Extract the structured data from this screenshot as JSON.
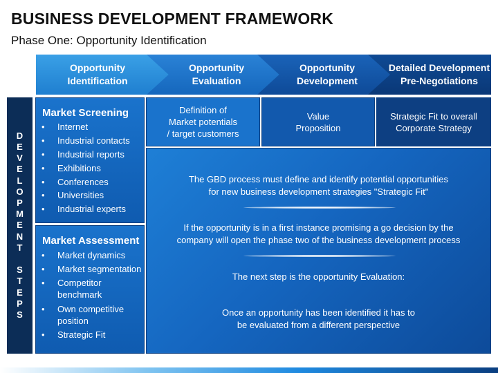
{
  "header": {
    "title": "BUSINESS DEVELOPMENT FRAMEWORK",
    "subtitle": "Phase One: Opportunity Identification"
  },
  "phases": [
    {
      "label": "Opportunity\nIdentification"
    },
    {
      "label": "Opportunity\nEvaluation"
    },
    {
      "label": "Opportunity\nDevelopment"
    },
    {
      "label": "Detailed Development\nPre-Negotiations"
    }
  ],
  "steps_label": "D\nE\nV\nE\nL\nO\nP\nM\nE\nN\nT\n\nS\nT\nE\nP\nS",
  "market_screening": {
    "title": "Market Screening",
    "items": [
      "Internet",
      "Industrial contacts",
      "Industrial reports",
      "Exhibitions",
      "Conferences",
      "Universities",
      "Industrial experts"
    ]
  },
  "market_assessment": {
    "title": "Market Assessment",
    "items": [
      "Market dynamics",
      "Market segmentation",
      "Competitor benchmark",
      "Own competitive position",
      "Strategic Fit"
    ]
  },
  "boxes": [
    {
      "text": "Definition of\nMarket potentials\n/ target customers"
    },
    {
      "text": "Value\nProposition"
    },
    {
      "text": "Strategic Fit to overall\nCorporate Strategy"
    }
  ],
  "main_text": [
    "The GBD process must define and identify potential opportunities\nfor new business development strategies \"Strategic Fit\"",
    "If the opportunity is in a first instance promising a go decision by the\ncompany will open the phase two of the business development process",
    "The next step is the opportunity Evaluation:",
    "Once an opportunity has been identified it has to\nbe evaluated from a different perspective"
  ],
  "colors": {
    "phase_1": "#2a90dc",
    "phase_2": "#1c74c8",
    "phase_3": "#1457a8",
    "phase_4": "#0c3f82",
    "steps_bar": "#0c2d57",
    "panel_blue": "#1a73cc"
  }
}
